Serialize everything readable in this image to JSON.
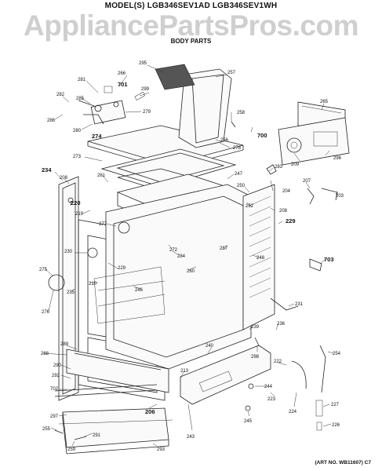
{
  "header": {
    "model_title": "MODEL(S) LGB346SEV1AD  LGB346SEV1WH",
    "section_title": "BODY PARTS",
    "watermark": "AppliancePartsPros.com"
  },
  "footer": {
    "art_no": "(ART NO. WB11607) C7"
  },
  "callouts": [
    {
      "id": "c295",
      "text": "295"
    },
    {
      "id": "c257",
      "text": "257"
    },
    {
      "id": "c266",
      "text": "266"
    },
    {
      "id": "c281",
      "text": "281"
    },
    {
      "id": "c701",
      "text": "701"
    },
    {
      "id": "c299",
      "text": "299"
    },
    {
      "id": "c285",
      "text": "285"
    },
    {
      "id": "c282",
      "text": "282"
    },
    {
      "id": "c286",
      "text": "286"
    },
    {
      "id": "c279",
      "text": "279"
    },
    {
      "id": "c280",
      "text": "280"
    },
    {
      "id": "c274",
      "text": "274"
    },
    {
      "id": "c258",
      "text": "258"
    },
    {
      "id": "c265",
      "text": "265"
    },
    {
      "id": "c700",
      "text": "700"
    },
    {
      "id": "c256",
      "text": "256"
    },
    {
      "id": "c278",
      "text": "278"
    },
    {
      "id": "c273",
      "text": "273"
    },
    {
      "id": "c209",
      "text": "209"
    },
    {
      "id": "c296",
      "text": "296"
    },
    {
      "id": "c234",
      "text": "234"
    },
    {
      "id": "c208a",
      "text": "208"
    },
    {
      "id": "c261",
      "text": "261"
    },
    {
      "id": "c247",
      "text": "247"
    },
    {
      "id": "c283",
      "text": "283"
    },
    {
      "id": "c207",
      "text": "207"
    },
    {
      "id": "c203",
      "text": "203"
    },
    {
      "id": "c250",
      "text": "250"
    },
    {
      "id": "c204",
      "text": "204"
    },
    {
      "id": "c220",
      "text": "220"
    },
    {
      "id": "c219",
      "text": "219"
    },
    {
      "id": "c262",
      "text": "262"
    },
    {
      "id": "c208b",
      "text": "208"
    },
    {
      "id": "c229a",
      "text": "229"
    },
    {
      "id": "c277",
      "text": "277"
    },
    {
      "id": "c272",
      "text": "272"
    },
    {
      "id": "c284",
      "text": "284"
    },
    {
      "id": "c230",
      "text": "230"
    },
    {
      "id": "c229b",
      "text": "229"
    },
    {
      "id": "c287",
      "text": "287"
    },
    {
      "id": "c248",
      "text": "248"
    },
    {
      "id": "c703",
      "text": "703"
    },
    {
      "id": "c275",
      "text": "275"
    },
    {
      "id": "c260",
      "text": "260"
    },
    {
      "id": "c210",
      "text": "210"
    },
    {
      "id": "c246",
      "text": "246"
    },
    {
      "id": "c235",
      "text": "235"
    },
    {
      "id": "c276",
      "text": "276"
    },
    {
      "id": "c231",
      "text": "231"
    },
    {
      "id": "c239",
      "text": "239"
    },
    {
      "id": "c236",
      "text": "236"
    },
    {
      "id": "c289",
      "text": "289"
    },
    {
      "id": "c288",
      "text": "288"
    },
    {
      "id": "c240",
      "text": "240"
    },
    {
      "id": "c298",
      "text": "298"
    },
    {
      "id": "c254",
      "text": "254"
    },
    {
      "id": "c290",
      "text": "290"
    },
    {
      "id": "c222",
      "text": "222"
    },
    {
      "id": "c213",
      "text": "213"
    },
    {
      "id": "c292",
      "text": "292"
    },
    {
      "id": "c702",
      "text": "702"
    },
    {
      "id": "c244",
      "text": "244"
    },
    {
      "id": "c223",
      "text": "223"
    },
    {
      "id": "c206",
      "text": "206"
    },
    {
      "id": "c224",
      "text": "224"
    },
    {
      "id": "c297",
      "text": "297"
    },
    {
      "id": "c227",
      "text": "227"
    },
    {
      "id": "c255",
      "text": "255"
    },
    {
      "id": "c245",
      "text": "245"
    },
    {
      "id": "c291",
      "text": "291"
    },
    {
      "id": "c243",
      "text": "243"
    },
    {
      "id": "c226",
      "text": "226"
    },
    {
      "id": "c259",
      "text": "259"
    },
    {
      "id": "c293",
      "text": "293"
    }
  ]
}
